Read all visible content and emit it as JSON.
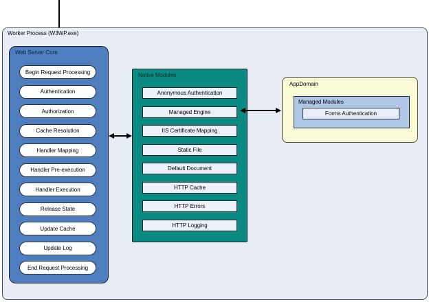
{
  "worker_process": {
    "title": "Worker Process (W3WP.exe)"
  },
  "web_server_core": {
    "title": "Web Server Core",
    "items": [
      "Begin Request Processing",
      "Authentication",
      "Authorization",
      "Cache Resolution",
      "Handler Mapping",
      "Handler Pre-execution",
      "Handler Execution",
      "Release State",
      "Update Cache",
      "Update Log",
      "End Request Processing"
    ]
  },
  "native_modules": {
    "title": "Native Modules",
    "items": [
      "Anonymous Authentication",
      "Managed Engine",
      "IIS Certificate Mapping",
      "Static File",
      "Default Document",
      "HTTP Cache",
      "HTTP Errors",
      "HTTP Logging"
    ]
  },
  "app_domain": {
    "title": "AppDomain",
    "managed_modules": {
      "title": "Managed Modules",
      "items": [
        "Forms Authentication"
      ]
    }
  },
  "colors": {
    "outer-fill": "#E9EDF5",
    "wsc-fill": "#4E7EBE",
    "nm-fill": "#0B8A84",
    "ad-fill": "#FBFAD7",
    "mm-fill": "#AFC7E5",
    "pill-fill": "#FFFFFF",
    "nm-item-fill": "#ECF1F9",
    "fa-item-fill": "#E9EFF8",
    "arrow": "#000000"
  }
}
